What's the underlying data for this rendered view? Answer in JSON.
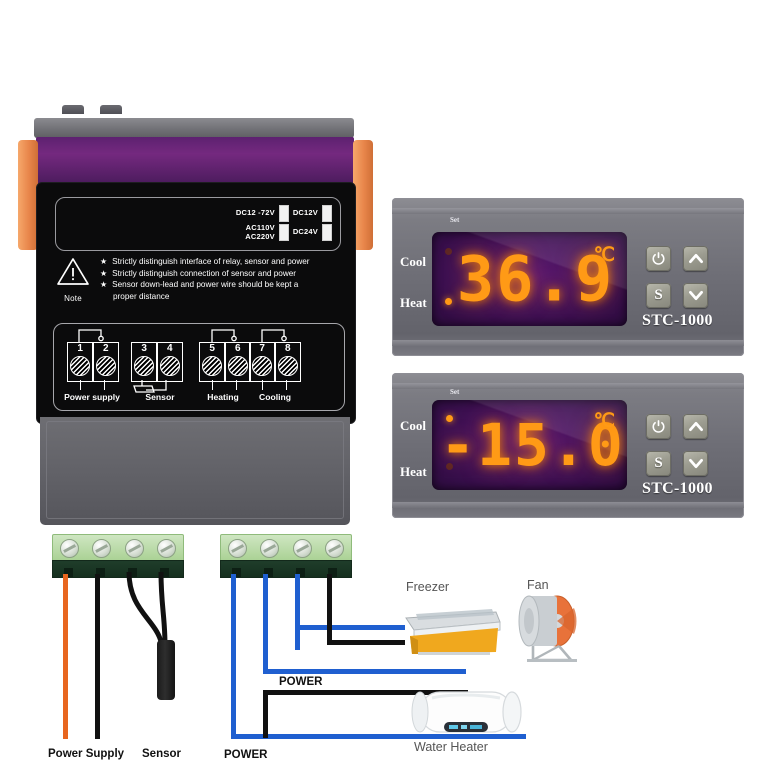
{
  "controller": {
    "voltage_options": [
      {
        "label": "DC12 -72V",
        "checked": false
      },
      {
        "label": "DC12V",
        "checked": false
      },
      {
        "label": "AC110V\nAC220V",
        "checked": false
      },
      {
        "label": "DC24V",
        "checked": false
      }
    ],
    "note": {
      "title": "Note",
      "icon": "warning-triangle-icon",
      "lines": [
        "Strictly distinguish interface of relay, sensor and power",
        "Strictly distinguish connection of sensor and power",
        "Sensor down-lead and power wire should be kept a"
      ],
      "continuation": "proper distance"
    },
    "terminals": {
      "numbers": [
        "1",
        "2",
        "3",
        "4",
        "5",
        "6",
        "7",
        "8"
      ],
      "groups": [
        {
          "label": "Power supply",
          "terminals": [
            "1",
            "2"
          ]
        },
        {
          "label": "Sensor",
          "terminals": [
            "3",
            "4"
          ]
        },
        {
          "label": "Heating",
          "terminals": [
            "5",
            "6"
          ]
        },
        {
          "label": "Cooling",
          "terminals": [
            "7",
            "8"
          ]
        }
      ]
    }
  },
  "units": [
    {
      "set_label": "Set",
      "cool_label": "Cool",
      "heat_label": "Heat",
      "model": "STC-1000",
      "reading": "36.9",
      "unit_symbol": "℃",
      "cool_indicator": false,
      "heat_indicator": true,
      "buttons": [
        {
          "name": "power-button",
          "glyph": "⏻"
        },
        {
          "name": "up-button",
          "glyph": "▲"
        },
        {
          "name": "set-button",
          "glyph": "S"
        },
        {
          "name": "down-button",
          "glyph": "▼"
        }
      ]
    },
    {
      "set_label": "Set",
      "cool_label": "Cool",
      "heat_label": "Heat",
      "model": "STC-1000",
      "reading": "-15.0",
      "unit_symbol": "℃",
      "cool_indicator": true,
      "heat_indicator": false,
      "buttons": [
        {
          "name": "power-button",
          "glyph": "⏻"
        },
        {
          "name": "up-button",
          "glyph": "▲"
        },
        {
          "name": "set-button",
          "glyph": "S"
        },
        {
          "name": "down-button",
          "glyph": "▼"
        }
      ]
    }
  ],
  "wiring": {
    "labels": {
      "power_supply": "Power Supply",
      "sensor": "Sensor",
      "power_upper": "POWER",
      "power_lower": "POWER"
    },
    "appliances": [
      {
        "name": "freezer",
        "label": "Freezer"
      },
      {
        "name": "fan",
        "label": "Fan"
      },
      {
        "name": "water-heater",
        "label": "Water Heater"
      }
    ],
    "wire_colors": {
      "live": "#e8661f",
      "neutral": "#111111",
      "load": "#1f5fd0"
    }
  }
}
